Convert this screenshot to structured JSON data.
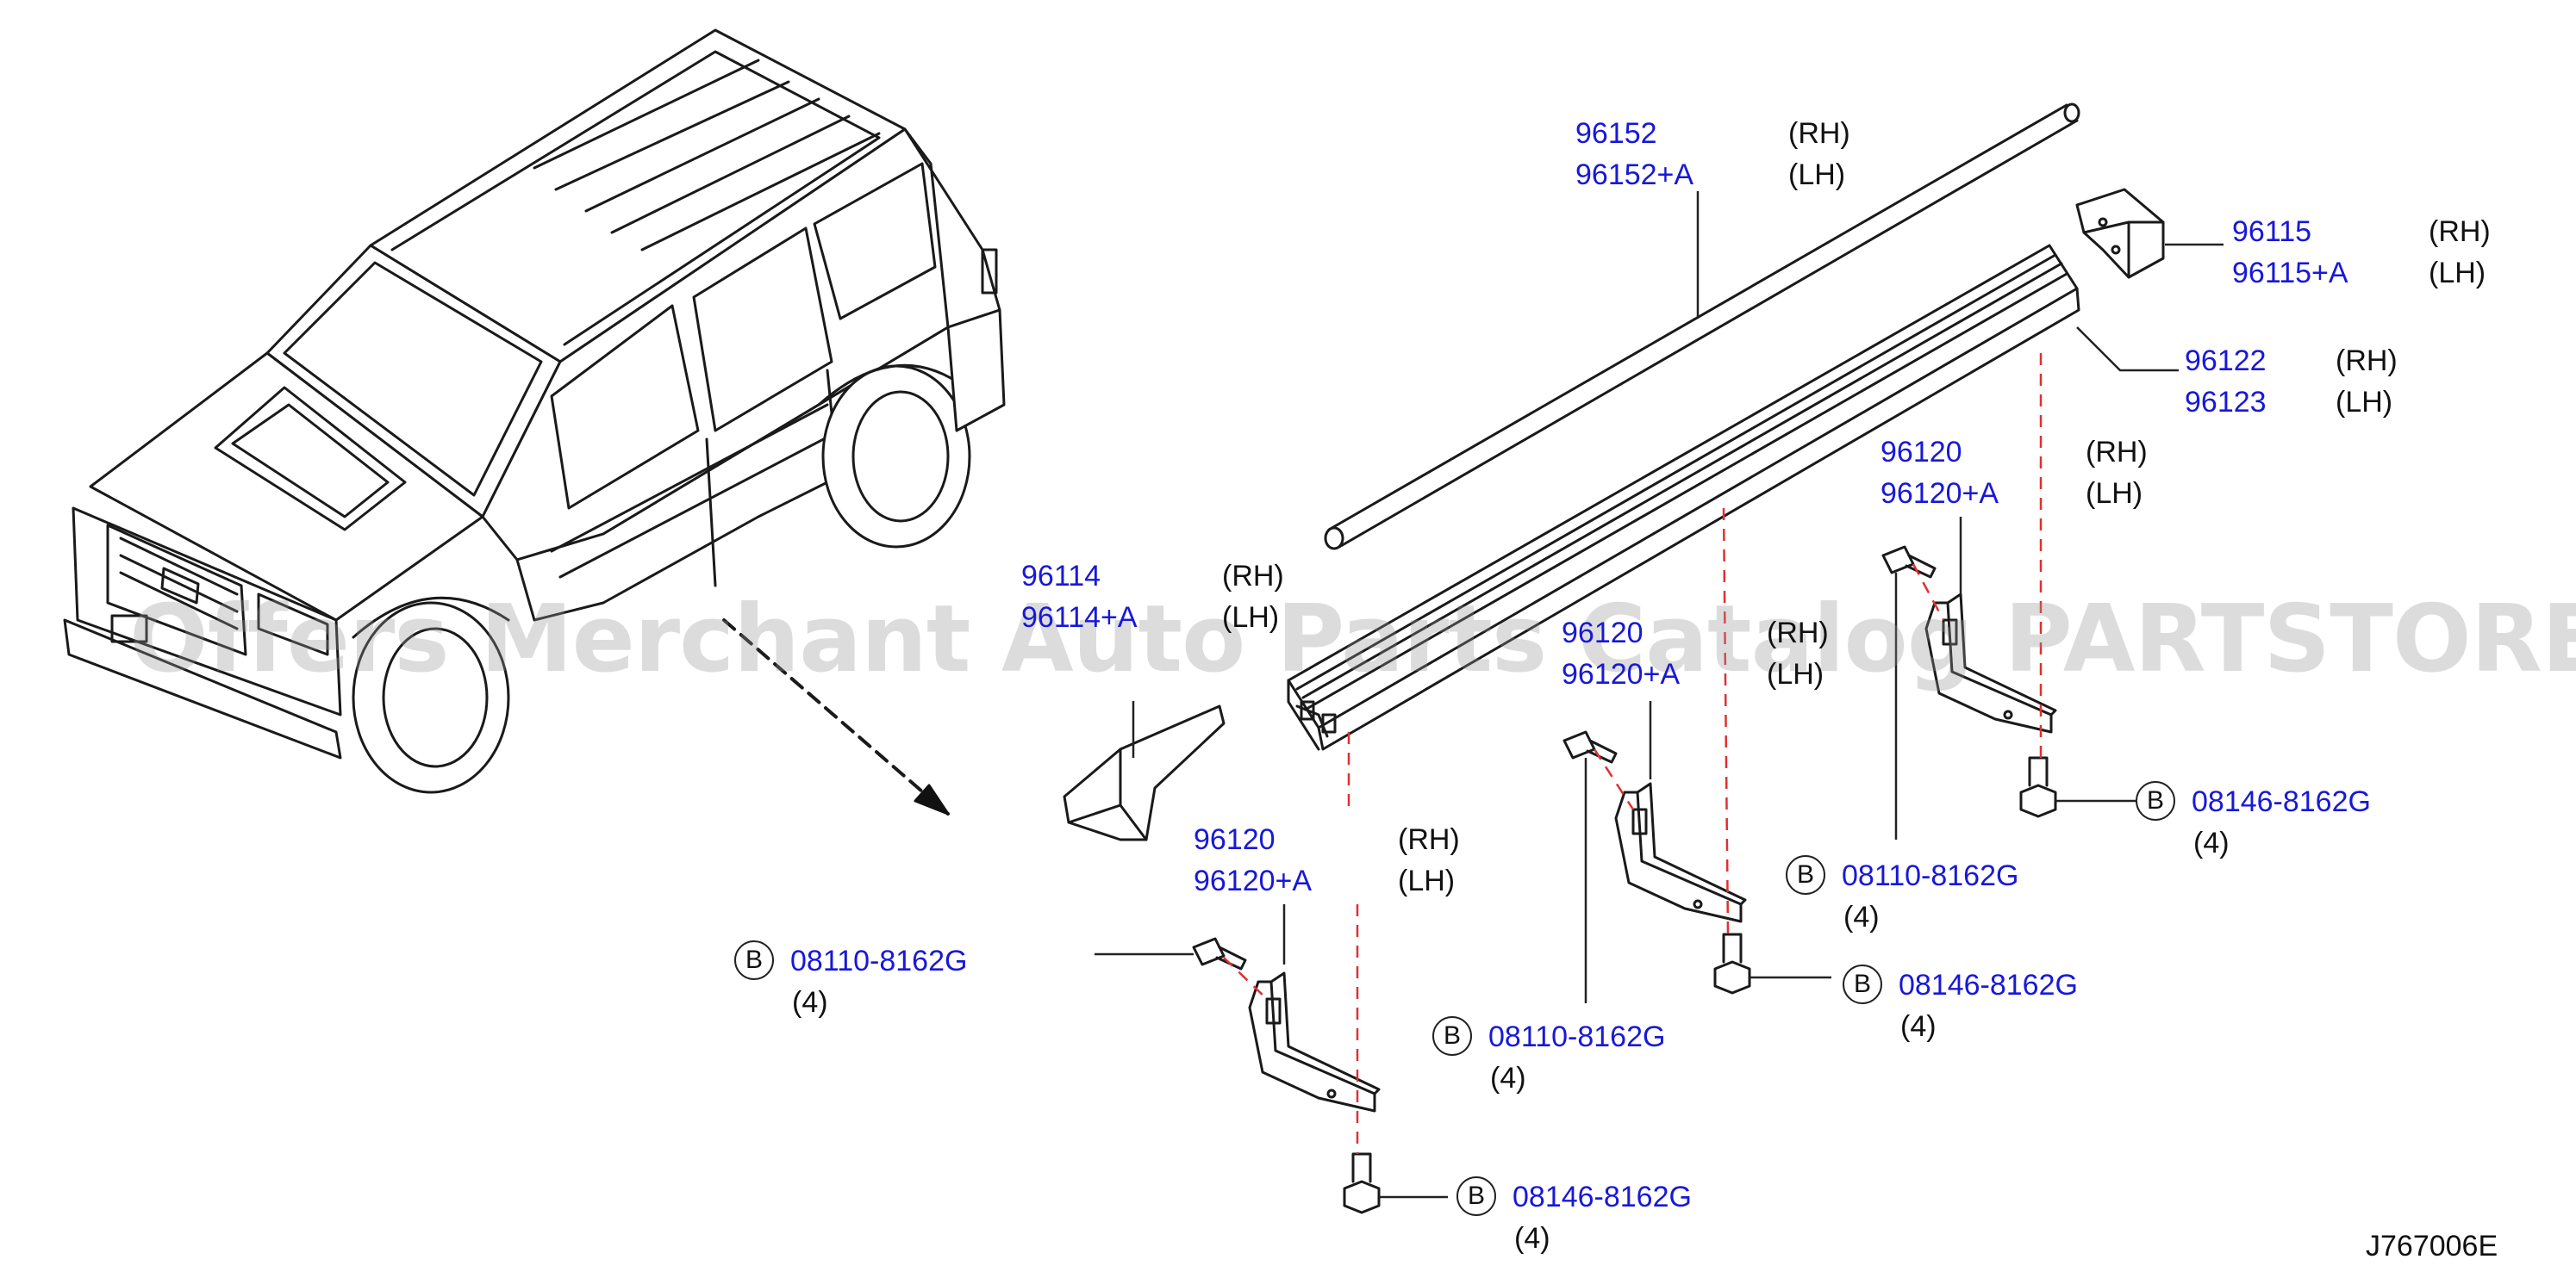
{
  "watermark": "Offers Merchant Auto Parts Catalog PARTSTORE.SA",
  "diagram_code": "J767006E",
  "colors": {
    "part_number": "#1818d8",
    "text": "#111111",
    "centerline": "#e03030"
  },
  "callouts": {
    "c96152": {
      "rh_no": "96152",
      "rh": "(RH)",
      "lh_no": "96152+A",
      "lh": "(LH)"
    },
    "c96115": {
      "rh_no": "96115",
      "rh": "(RH)",
      "lh_no": "96115+A",
      "lh": "(LH)"
    },
    "c96122": {
      "rh_no": "96122",
      "rh": "(RH)",
      "lh_no": "96123",
      "lh": "(LH)"
    },
    "c96120_r": {
      "rh_no": "96120",
      "rh": "(RH)",
      "lh_no": "96120+A",
      "lh": "(LH)"
    },
    "c96114": {
      "rh_no": "96114",
      "rh": "(RH)",
      "lh_no": "96114+A",
      "lh": "(LH)"
    },
    "c96120_m": {
      "rh_no": "96120",
      "rh": "(RH)",
      "lh_no": "96120+A",
      "lh": "(LH)"
    },
    "c96120_l": {
      "rh_no": "96120",
      "rh": "(RH)",
      "lh_no": "96120+A",
      "lh": "(LH)"
    }
  },
  "fasteners": {
    "f1": {
      "mark": "B",
      "part": "08146-8162G",
      "qty": "(4)"
    },
    "f2": {
      "mark": "B",
      "part": "08110-8162G",
      "qty": "(4)"
    },
    "f3": {
      "mark": "B",
      "part": "08146-8162G",
      "qty": "(4)"
    },
    "f4": {
      "mark": "B",
      "part": "08110-8162G",
      "qty": "(4)"
    },
    "f5": {
      "mark": "B",
      "part": "08110-8162G",
      "qty": "(4)"
    },
    "f6": {
      "mark": "B",
      "part": "08146-8162G",
      "qty": "(4)"
    }
  }
}
